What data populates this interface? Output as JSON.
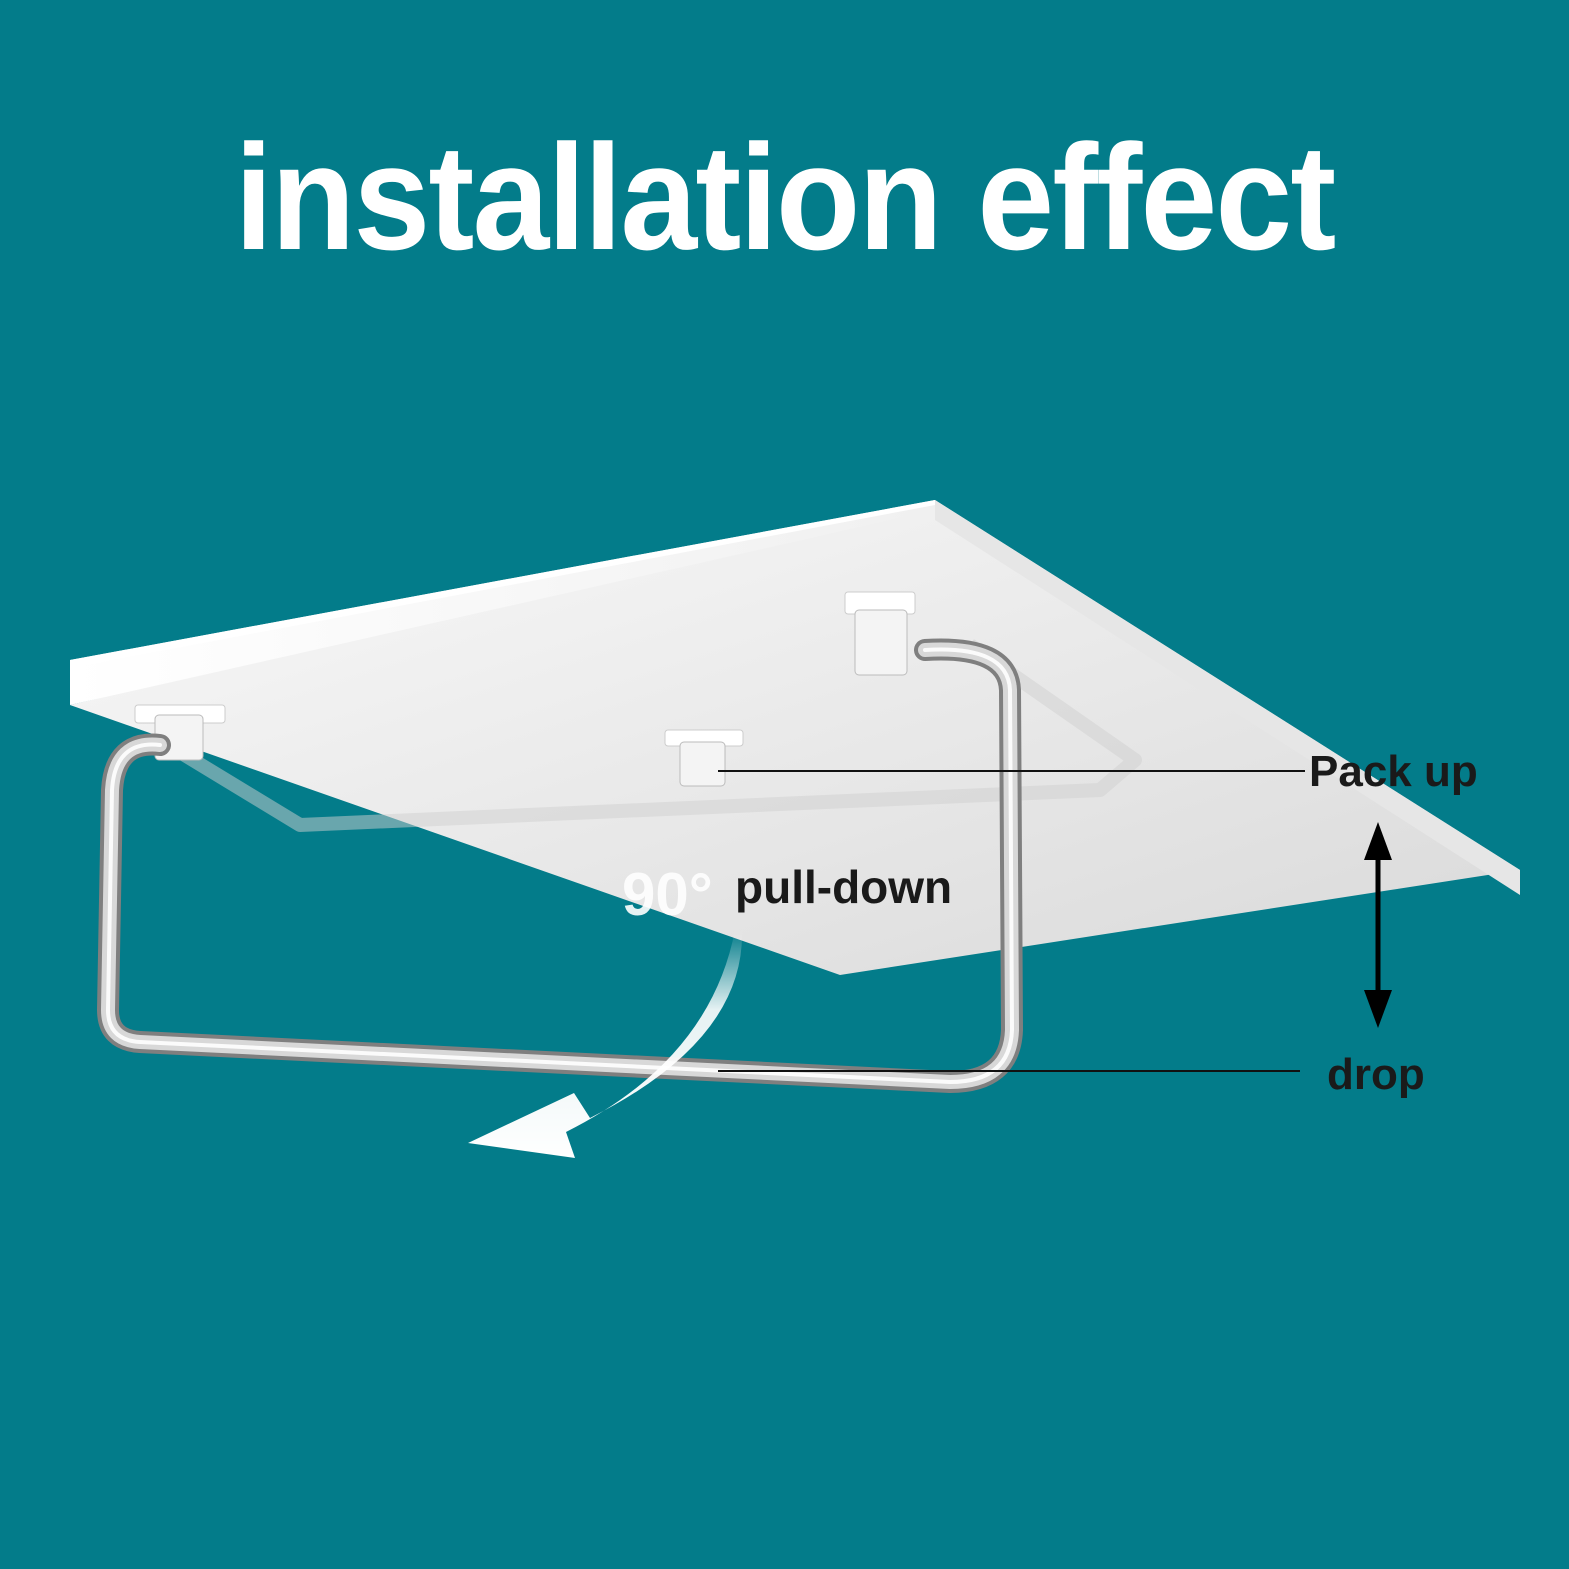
{
  "title": "installation effect",
  "labels": {
    "pack_up": "Pack up",
    "drop": "drop",
    "angle": "90°",
    "pull_down": "pull-down"
  },
  "colors": {
    "background": "#037C8A",
    "title": "#ffffff",
    "label": "#1a1a1a",
    "shelf": "#f2f2f2"
  },
  "icons": {
    "double_arrow": "vertical-double-arrow-icon",
    "curved_arrow": "curved-arrow-icon"
  }
}
